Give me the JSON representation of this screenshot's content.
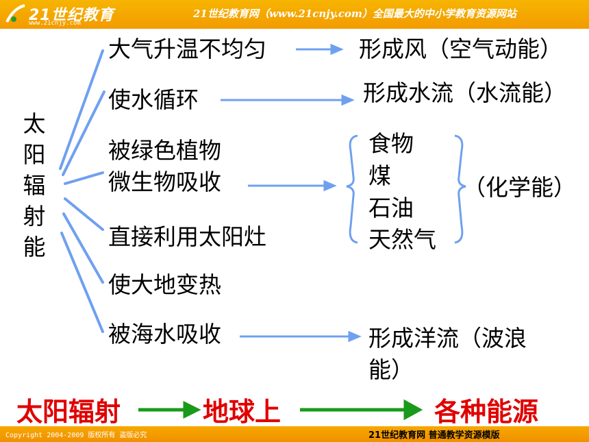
{
  "header": {
    "logo_text": "21世纪教育",
    "logo_url": "www.21cnjy.com",
    "site_title": "21世纪教育网（www.21cnjy.com）全国最大的中小学教育资源网站"
  },
  "footer": {
    "copyright": "Copyright 2004-2009 版权所有 盗版必究",
    "right_text": "21世纪教育网   普通教学资源模版"
  },
  "left_title": [
    "太",
    "阳",
    "辐",
    "射",
    "能"
  ],
  "branches": {
    "b1": "大气升温不均匀",
    "b2": "使水循环",
    "b3a": "被绿色植物",
    "b3b": "微生物吸收",
    "b4": "直接利用太阳灶",
    "b5": "使大地变热",
    "b6": "被海水吸收"
  },
  "results": {
    "r1": "形成风（空气动能）",
    "r2": "形成水流（水流能）",
    "fuels": [
      "食物",
      "煤",
      "石油",
      "天然气"
    ],
    "chem": "（化学能）",
    "r6a": "形成洋流（波浪",
    "r6b": "能）"
  },
  "summary": {
    "s1": "太阳辐射",
    "s2": "地球上",
    "s3": "各种能源"
  },
  "colors": {
    "line_blue": "#6fa0f0",
    "arrow_green": "#1a9a1a",
    "summary_red": "#e00000",
    "bar_orange": "#f5a800"
  }
}
